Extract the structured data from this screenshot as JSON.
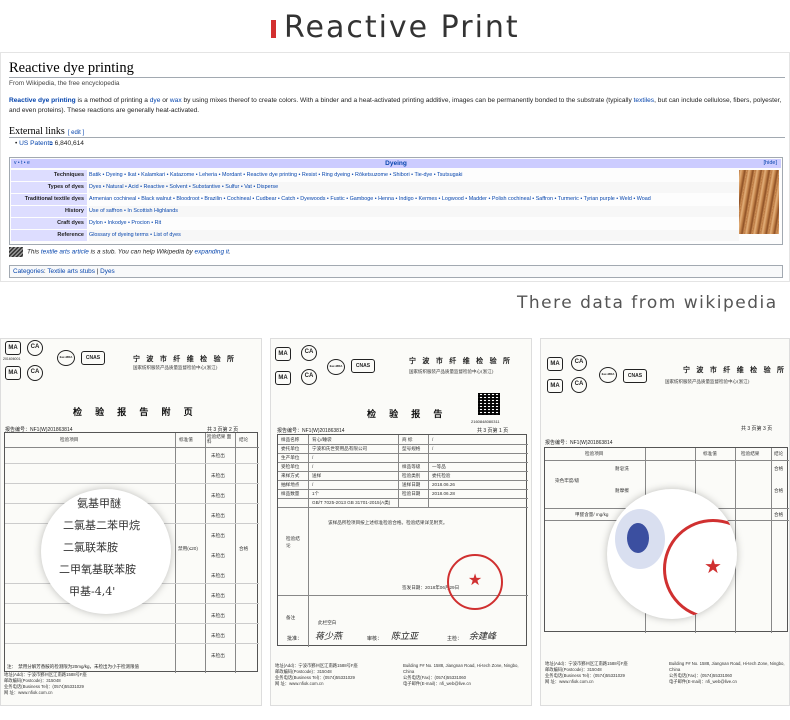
{
  "banner": {
    "title": "Reactive Print",
    "accent_color": "#d32f2f"
  },
  "wiki": {
    "heading": "Reactive dye printing",
    "from": "From Wikipedia, the free encyclopedia",
    "para": {
      "lead_bold": "Reactive dye printing",
      "t1": " is a method of printing a ",
      "link_dye": "dye",
      "t2": " or ",
      "link_wax": "wax",
      "t3": " by using mixes thereof to create colors. With a binder and a heat-activated printing additive, images can be permanently bonded to the substrate (typically ",
      "link_textiles": "textiles",
      "t4": ", but can include cellulose, fibers, polyester, and even proteins). These reactions are generally heat-activated."
    },
    "external_links": {
      "title": "External links",
      "edit": "[ edit ]"
    },
    "patent": "US Patent",
    "patent_num": " 6,840,614",
    "navbox": {
      "vte": "v • t • e",
      "title": "Dyeing",
      "hide": "[hide]",
      "rows": [
        {
          "group": "Techniques",
          "list": "Batik • Dyeing • Ikat • Kalamkari • Katazome • Leheria • Mordant • Reactive dye printing • Resist • Ring dyeing • Rōketsuzome • Shibori • Tie-dye • Tsutsugaki"
        },
        {
          "group": "Types of dyes",
          "list": "Dyes • Natural • Acid • Reactive • Solvent • Substantive • Sulfur • Vat • Disperse"
        },
        {
          "group": "Traditional textile dyes",
          "list": "Armenian cochineal • Black walnut • Bloodroot • Brazilin • Cochineal • Cudbear • Catch • Dyewoods • Fustic • Gamboge • Henna • Indigo • Kermes • Logwood • Madder • Polish cochineal • Saffron • Turmeric • Tyrian purple • Weld • Woad"
        },
        {
          "group": "History",
          "list": "Use of saffron • In Scottish Highlands"
        },
        {
          "group": "Craft dyes",
          "list": "Dylon • Inkodye • Procion • Rit"
        },
        {
          "group": "Reference",
          "list": "Glossary of dyeing terms • List of dyes"
        }
      ]
    },
    "stub": {
      "t1": "This ",
      "link": "textile arts article",
      "t2": " is a stub. You can help Wikipedia by ",
      "link2": "expanding it",
      "t3": "."
    },
    "categories": {
      "label": "Categories",
      "items": [
        "Textile arts stubs",
        "Dyes"
      ]
    }
  },
  "caption": "There data from wikipedia",
  "docs": {
    "org_cn": "宁 波 市 纤 维 检 验 所",
    "org_cn2": "国家纺织服装产品质量监督检验中心(浙江)",
    "seal_ma": "MA",
    "seal_ca": "CA",
    "seal_ilac": "ilac-MRA",
    "seal_cnas": "CNAS",
    "seal_code": "201606001",
    "doc1": {
      "title": "检 验 报 告 附 页",
      "report_no": "报告编号：NF1(W)201863814",
      "page": "共 3 页第 2 页",
      "col_item": "检验项目",
      "col_limit": "标准值",
      "col_result": "检验结果 面料",
      "col_conclusion": "结论",
      "result_val": "未检出",
      "limit_val": "禁用(≤20)",
      "conclusion": "合格",
      "mag_lines": [
        "氨基甲醚",
        "二氯基二苯甲烷",
        "二氯联苯胺",
        "二甲氧基联苯胺",
        "甲基-4,4'"
      ],
      "footnote": "注：　禁用分解芳香胺的检测限为20mg/kg，未检出为小于检测限值"
    },
    "doc2": {
      "title": "检 验 报 告",
      "report_no": "报告编号：NF1(W)201863814",
      "barcode": "2160848080311",
      "page": "共 3 页第 1 页",
      "rows": [
        [
          "样品名称",
          "背心/睡袋",
          "商 标",
          "/"
        ],
        [
          "委托单位",
          "宁波和氏世婴用品有限公司",
          "型号规格",
          "/"
        ],
        [
          "生产单位",
          "/",
          "",
          ""
        ],
        [
          "受检单位",
          "/",
          "样品等级",
          "一等品"
        ],
        [
          "来样方式",
          "送样",
          "检验类别",
          "委托检验"
        ],
        [
          "抽样地点",
          "/",
          "送样日期",
          "2018.06.26"
        ],
        [
          "样品数量",
          "1个",
          "检验日期",
          "2018.06.28"
        ]
      ],
      "basis": "GB/T 7025-2013 GB 31701-2015(A类)",
      "conclusion_label": "检验结论",
      "conclusion": "该样品所检项目按上述标准检验合格。检验结果详见附页。",
      "issue_note": "签发日期：2018年06月29日",
      "remark_label": "备注",
      "remark": "此栏空白",
      "approve": "批准：",
      "review": "审核：",
      "check": "主检："
    },
    "doc3": {
      "page": "共 3 页第 3 页",
      "report_no": "报告编号：NF1(W)201863814",
      "col_item": "检验项目",
      "col_limit": "标准值",
      "col_result": "检验结果",
      "col_conclusion": "结论",
      "row_group": "染色牢度/级",
      "sub1": "耐皂洗",
      "sub2": "耐摩擦",
      "sub3": "甲醛含量/ mg/kg",
      "pass": "合格"
    },
    "footer": {
      "addr": "地址(Add)：宁波市鄞州区江南路1588号F座",
      "post": "邮政编码(Postcode)：315048",
      "phone": "业务电话(Business Tel)：(0574)55331029",
      "web": "网 址：www.nfiok.com.cn",
      "addr_en": "Building F# No. 1588, Jiangnan Road, Hi-tech Zone, Ningbo, China",
      "fax": "公务电话(Fax)：(0574)55331060",
      "email": "电子邮件(E-mail)：nfi_web@live.cn"
    }
  }
}
